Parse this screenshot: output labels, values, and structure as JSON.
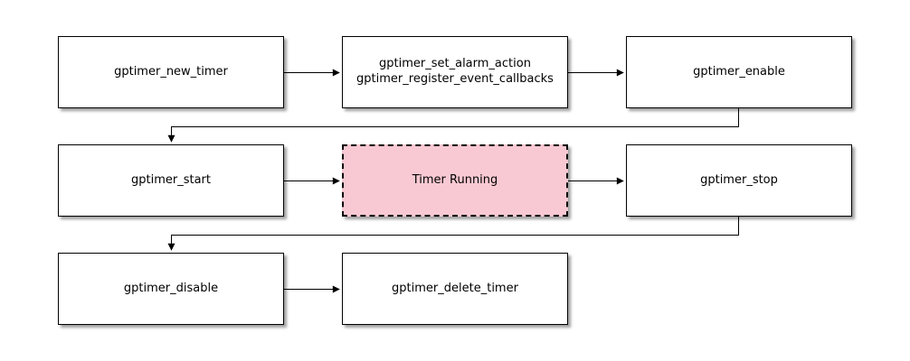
{
  "diagram": {
    "type": "flowchart",
    "description": "GPTimer driver API state flow",
    "nodes": {
      "new_timer": {
        "label": "gptimer_new_timer"
      },
      "set_alarm": {
        "label": "gptimer_set_alarm_action\ngptimer_register_event_callbacks"
      },
      "enable": {
        "label": "gptimer_enable"
      },
      "start": {
        "label": "gptimer_start"
      },
      "timer_running": {
        "label": "Timer Running",
        "highlighted": true
      },
      "stop": {
        "label": "gptimer_stop"
      },
      "disable": {
        "label": "gptimer_disable"
      },
      "delete_timer": {
        "label": "gptimer_delete_timer"
      }
    },
    "edges": [
      {
        "from": "new_timer",
        "to": "set_alarm"
      },
      {
        "from": "set_alarm",
        "to": "enable"
      },
      {
        "from": "enable",
        "to": "start"
      },
      {
        "from": "start",
        "to": "timer_running"
      },
      {
        "from": "timer_running",
        "to": "stop"
      },
      {
        "from": "stop",
        "to": "disable"
      },
      {
        "from": "disable",
        "to": "delete_timer"
      }
    ],
    "colors": {
      "background": "#ffffff",
      "node_fill": "#ffffff",
      "node_border": "#000000",
      "highlight_fill": "#f9c9d3",
      "highlight_border": "#000000",
      "connector": "#000000",
      "text": "#000000"
    }
  }
}
